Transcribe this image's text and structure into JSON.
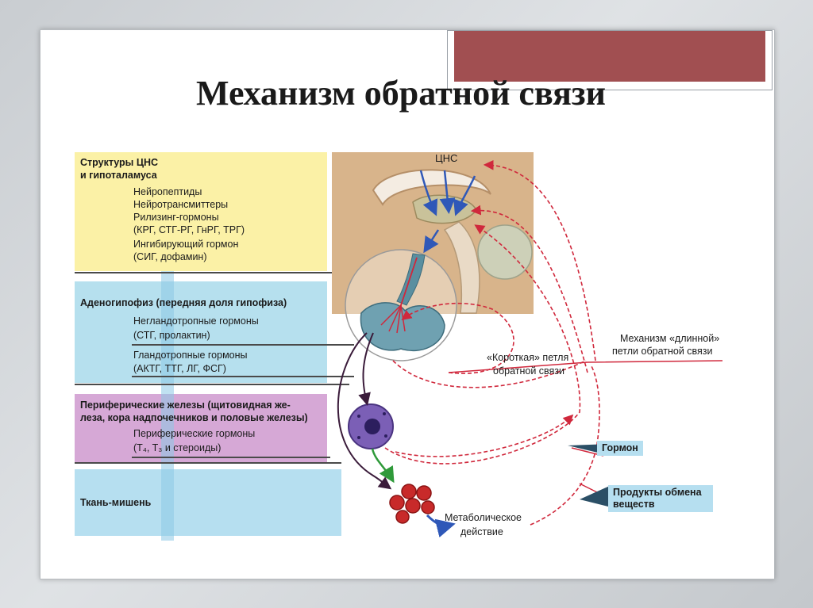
{
  "title": "Механизм обратной связи",
  "colors": {
    "title_bar": "#a14f51",
    "band_yellow": "#fbf1a6",
    "band_blue": "#b6e0ee",
    "band_pink": "#d6a8d6",
    "band_light_blue": "#b6dff0",
    "feedback_arrow": "#d0283c",
    "hormone_arrow": "#3a5fb0"
  },
  "sections": {
    "cns": {
      "heading1": "Структуры ЦНС",
      "heading2": "и гипоталамуса",
      "items": [
        "Нейропептиды",
        "Нейротрансмиттеры",
        "Рилизинг-гормоны",
        "(КРГ, СТГ-РГ, ГнРГ, ТРГ)",
        "Ингибирующий гормон",
        "(СИГ, дофамин)"
      ]
    },
    "adeno": {
      "heading": "Аденогипофиз (передняя доля гипофиза)",
      "items": [
        "Негландотропные гормоны",
        "(СТГ, пролактин)",
        "Гландотропные гормоны",
        "(АКТГ, ТТГ, ЛГ, ФСГ)"
      ]
    },
    "peripheral": {
      "heading1": "Периферические железы (щитовидная же-",
      "heading2": "леза, кора надпочечников и половые железы)",
      "items": [
        "Периферические гормоны",
        "(T₄, T₃ и стероиды)"
      ]
    },
    "target": {
      "heading": "Ткань-мишень"
    }
  },
  "labels": {
    "cns": "ЦНС",
    "long_loop1": "Механизм «длинной»",
    "long_loop2": "петли обратной связи",
    "short_loop1": "«Короткая» петля",
    "short_loop2": "обратной связи",
    "hormone": "Гормон",
    "metabolites1": "Продукты обмена",
    "metabolites2": "веществ",
    "metabolic1": "Метаболическое",
    "metabolic2": "действие"
  }
}
